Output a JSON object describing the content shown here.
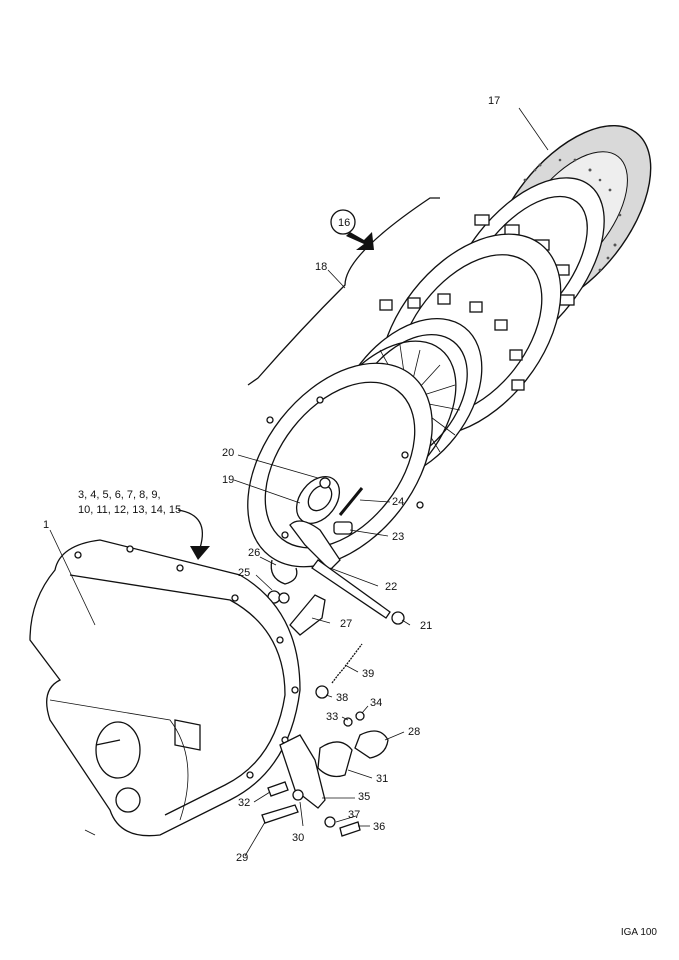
{
  "labels": {
    "l1": "1",
    "l16": "16",
    "l17": "17",
    "l18": "18",
    "l19": "19",
    "l20": "20",
    "l21": "21",
    "l22": "22",
    "l23": "23",
    "l24": "24",
    "l25": "25",
    "l26": "26",
    "l27": "27",
    "l28": "28",
    "l29": "29",
    "l30": "30",
    "l31": "31",
    "l32": "32",
    "l33": "33",
    "l34": "34",
    "l35": "35",
    "l36": "36",
    "l37": "37",
    "l38": "38",
    "l39": "39",
    "group_line1": "3, 4, 5, 6, 7, 8, 9,",
    "group_line2": "10, 11, 12, 13, 14, 15"
  },
  "figure_ref": "IGA 100"
}
